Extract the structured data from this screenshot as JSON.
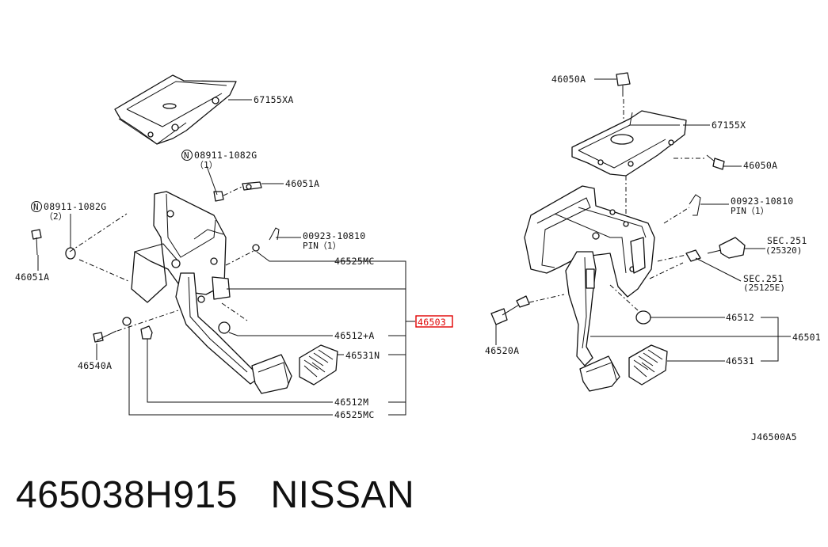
{
  "caption": {
    "part_number": "465038H915",
    "brand": "NISSAN"
  },
  "drawing_code": "J46500A5",
  "colors": {
    "line": "#111111",
    "highlight": "#e00000",
    "background": "#ffffff"
  },
  "left_assembly": {
    "labels": {
      "l1": "67155XA",
      "l2": "08911-1082G",
      "l3": "（1）",
      "l4": "46051A",
      "l5": "08911-1082G",
      "l6": "（2）",
      "l7": "46051A",
      "l8": "00923-10810",
      "l9": "PIN（1）",
      "l10": "46525MC",
      "l11": "46512+A",
      "l12": "46531N",
      "l13": "46540A",
      "l14": "46512M",
      "l15": "46525MC",
      "highlight": "46503"
    }
  },
  "right_assembly": {
    "labels": {
      "r1": "46050A",
      "r2": "67155X",
      "r3": "46050A",
      "r4": "00923-10810",
      "r5": "PIN（1）",
      "r6": "SEC.251",
      "r7": "(25320)",
      "r8": "SEC.251",
      "r9": "(25125E)",
      "r10": "46512",
      "r11": "46501",
      "r12": "46520A",
      "r13": "46531"
    }
  }
}
